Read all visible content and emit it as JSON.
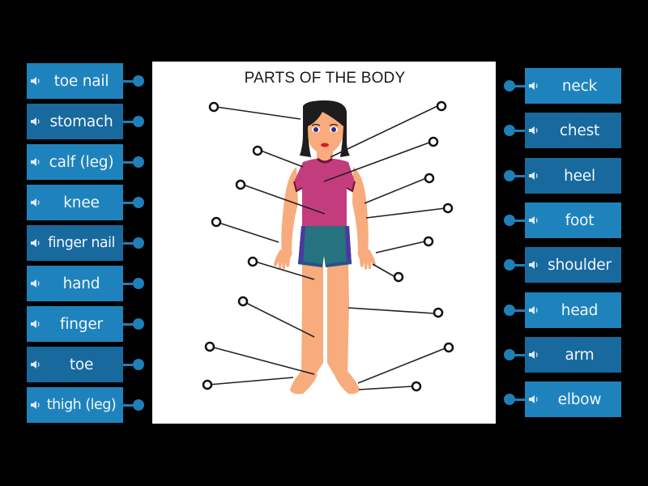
{
  "diagram": {
    "title": "PARTS OF THE BODY"
  },
  "colors": {
    "background": "#000000",
    "tile_a": "#1e83bd",
    "tile_b": "#17699e",
    "connector": "#1f7fb8",
    "shirt": "#c33d7e",
    "shorts": "#26727e",
    "skin": "#f8ab7d",
    "hair": "#1d1d1d"
  },
  "left_labels": [
    {
      "label": "toe nail",
      "icon": "speaker-icon"
    },
    {
      "label": "stomach",
      "icon": "speaker-icon"
    },
    {
      "label": "calf (leg)",
      "icon": "speaker-icon"
    },
    {
      "label": "knee",
      "icon": "speaker-icon"
    },
    {
      "label": "finger nail",
      "icon": "speaker-icon"
    },
    {
      "label": "hand",
      "icon": "speaker-icon"
    },
    {
      "label": "finger",
      "icon": "speaker-icon"
    },
    {
      "label": "toe",
      "icon": "speaker-icon"
    },
    {
      "label": "thigh (leg)",
      "icon": "speaker-icon"
    }
  ],
  "right_labels": [
    {
      "label": "neck",
      "icon": "speaker-icon"
    },
    {
      "label": "chest",
      "icon": "speaker-icon"
    },
    {
      "label": "heel",
      "icon": "speaker-icon"
    },
    {
      "label": "foot",
      "icon": "speaker-icon"
    },
    {
      "label": "shoulder",
      "icon": "speaker-icon"
    },
    {
      "label": "head",
      "icon": "speaker-icon"
    },
    {
      "label": "arm",
      "icon": "speaker-icon"
    },
    {
      "label": "elbow",
      "icon": "speaker-icon"
    }
  ]
}
